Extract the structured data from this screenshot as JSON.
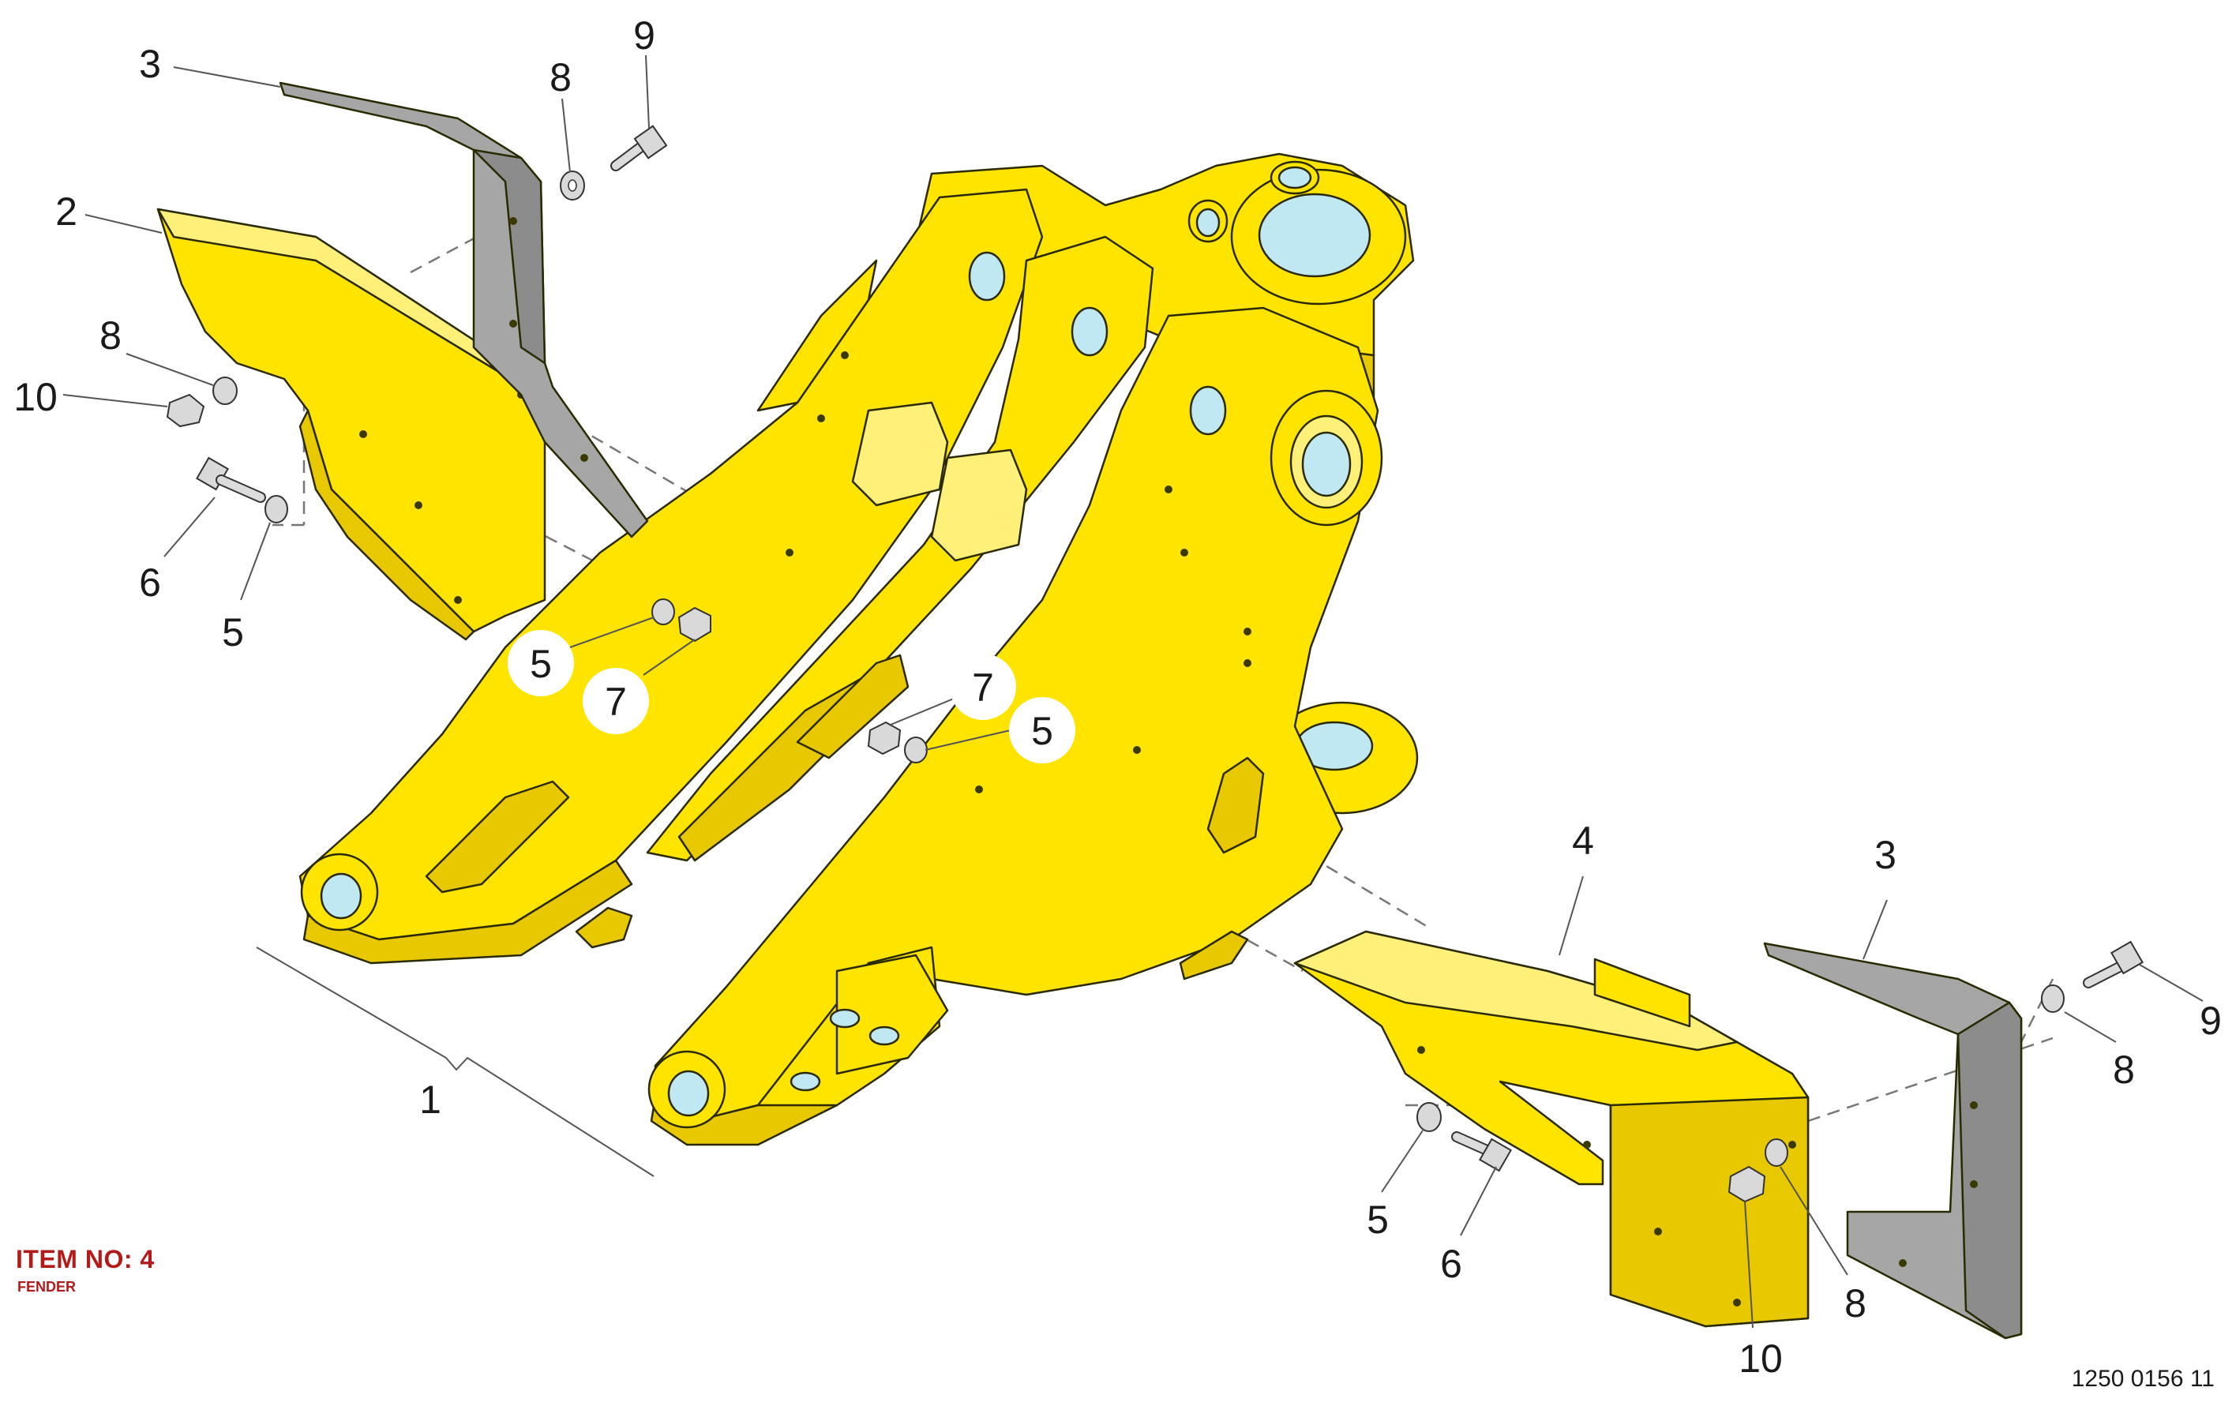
{
  "item": {
    "heading": "ITEM NO: 4",
    "name": "FENDER"
  },
  "drawing_number": "1250 0156 11",
  "colors": {
    "frame": "#ffe400",
    "bracket": "#a6a6a6",
    "bore": "#bfe8f2",
    "heading": "#b31b1b"
  },
  "callouts": [
    {
      "id": "c3a",
      "label": "3",
      "circled": false
    },
    {
      "id": "c8a",
      "label": "8",
      "circled": false
    },
    {
      "id": "c9a",
      "label": "9",
      "circled": false
    },
    {
      "id": "c2",
      "label": "2",
      "circled": false
    },
    {
      "id": "c8b",
      "label": "8",
      "circled": false
    },
    {
      "id": "c10a",
      "label": "10",
      "circled": false
    },
    {
      "id": "c6a",
      "label": "6",
      "circled": false
    },
    {
      "id": "c5a",
      "label": "5",
      "circled": false
    },
    {
      "id": "c5b",
      "label": "5",
      "circled": true
    },
    {
      "id": "c7a",
      "label": "7",
      "circled": true
    },
    {
      "id": "c7b",
      "label": "7",
      "circled": true
    },
    {
      "id": "c5c",
      "label": "5",
      "circled": true
    },
    {
      "id": "c1",
      "label": "1",
      "circled": false
    },
    {
      "id": "c4",
      "label": "4",
      "circled": false
    },
    {
      "id": "c3b",
      "label": "3",
      "circled": false
    },
    {
      "id": "c9b",
      "label": "9",
      "circled": false
    },
    {
      "id": "c8c",
      "label": "8",
      "circled": false
    },
    {
      "id": "c5d",
      "label": "5",
      "circled": false
    },
    {
      "id": "c6b",
      "label": "6",
      "circled": false
    },
    {
      "id": "c8d",
      "label": "8",
      "circled": false
    },
    {
      "id": "c10b",
      "label": "10",
      "circled": false
    }
  ]
}
